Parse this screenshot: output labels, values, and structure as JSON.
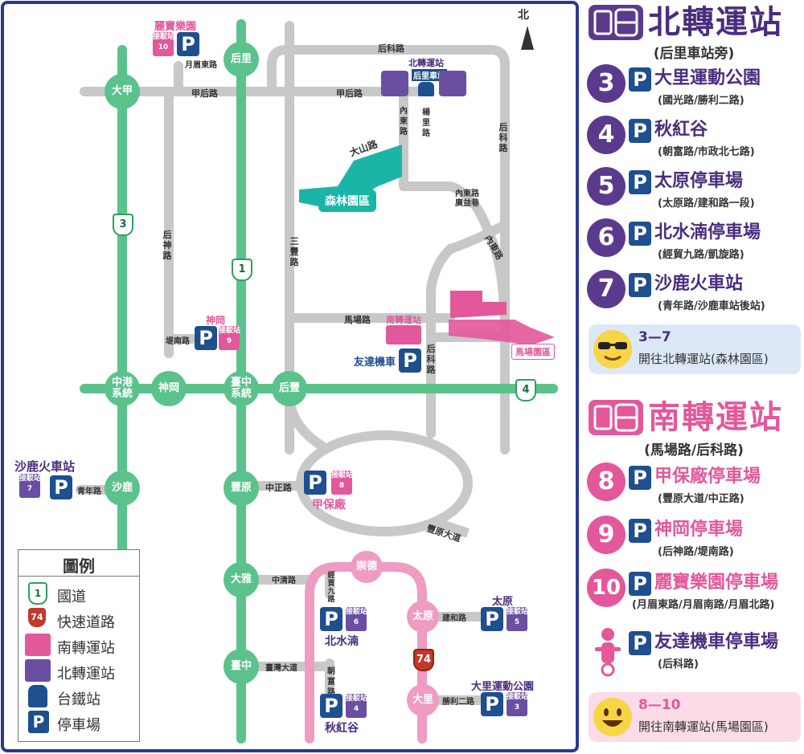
{
  "map": {
    "north_mark": "北",
    "circles_green": [
      {
        "id": "dajia",
        "label": "大甲"
      },
      {
        "id": "houli",
        "label": "后里"
      },
      {
        "id": "zhonggang",
        "label": "中港\n系統"
      },
      {
        "id": "shengang",
        "label": "神岡"
      },
      {
        "id": "taichung_sys",
        "label": "臺中\n系統"
      },
      {
        "id": "houfeng",
        "label": "后豐"
      },
      {
        "id": "shalu",
        "label": "沙鹿"
      },
      {
        "id": "fengyuan",
        "label": "豐原"
      },
      {
        "id": "daya",
        "label": "大雅"
      },
      {
        "id": "taichung",
        "label": "臺中"
      }
    ],
    "circles_pink": [
      {
        "id": "chongde",
        "label": "崇德"
      },
      {
        "id": "taiyuan",
        "label": "太原"
      },
      {
        "id": "dali",
        "label": "大里"
      }
    ],
    "shields": {
      "r1": "1",
      "r3": "3",
      "r4": "4",
      "r74": "74"
    },
    "roads": {
      "houke": "后科路",
      "jiahou_a": "甲后路",
      "jiahou_b": "甲后路",
      "yuemeidong": "月眉東路",
      "dashan": "大山路",
      "houke_v": "后科路",
      "neidong": "內東路",
      "yangli": "楊里路",
      "neidong_guangyi": "內東路\n廣益巷",
      "neidong_diag": "內東路",
      "houshen": "后神路",
      "sanfeng": "三豐路",
      "machang": "馬場路",
      "houke_s": "后科路",
      "tinan": "堤南路",
      "qingnian": "青年路",
      "zhongzheng": "中正路",
      "fengyuan_blvd": "豐原大道",
      "zhongqing": "中清路",
      "jingmao9": "經貿九路",
      "jianhe": "建和路",
      "taiwan_blvd": "臺灣大道",
      "chaofu": "朝富路",
      "shengli2": "勝利二路"
    },
    "places": {
      "lihpao": "麗寶樂園",
      "north_station": "北轉運站",
      "houli_station": "后里車站",
      "forest": "森林園區",
      "shengang_p": "神岡",
      "south_station": "南轉運站",
      "youda": "友達機車",
      "machang_park": "馬場園區",
      "shalu_station": "沙鹿火車站",
      "jiabao": "甲保廠",
      "beishuidi": "北水湳",
      "taiyuan_p": "太原",
      "qiuhonggu": "秋紅谷",
      "dali_park": "大里運動公園"
    },
    "shuttles": {
      "s3": "接駁站\n3",
      "s4": "接駁站\n4",
      "s5": "接駁站\n5",
      "s6": "接駁站\n6",
      "s7": "接駁站\n7",
      "s8": "接駁站\n8",
      "s9": "接駁站\n9",
      "s10": "接駁站\n10"
    },
    "parking_letter": "P"
  },
  "legend": {
    "title": "圖例",
    "items": [
      {
        "icon": "national-highway-shield",
        "label": "國道"
      },
      {
        "icon": "expressway-shield",
        "label": "快速道路"
      },
      {
        "icon": "south-station-icon",
        "label": "南轉運站"
      },
      {
        "icon": "north-station-icon",
        "label": "北轉運站"
      },
      {
        "icon": "train-station-icon",
        "label": "台鐵站"
      },
      {
        "icon": "parking-icon",
        "label": "停車場"
      }
    ]
  },
  "north": {
    "title": "北轉運站",
    "subtitle": "(后里車站旁)",
    "items": [
      {
        "num": "3",
        "name": "大里運動公園",
        "road": "(國光路/勝利二路)"
      },
      {
        "num": "4",
        "name": "秋紅谷",
        "road": "(朝富路/市政北七路)"
      },
      {
        "num": "5",
        "name": "太原停車場",
        "road": "(太原路/建和路一段)"
      },
      {
        "num": "6",
        "name": "北水湳停車場",
        "road": "(經貿九路/凱旋路)"
      },
      {
        "num": "7",
        "name": "沙鹿火車站",
        "road": "(青年路/沙鹿車站後站)"
      }
    ],
    "note": {
      "from": "3",
      "to": "7",
      "text": "開往北轉運站(森林園區)"
    }
  },
  "south": {
    "title": "南轉運站",
    "subtitle": "(馬場路/后科路)",
    "items": [
      {
        "num": "8",
        "name": "甲保廠停車場",
        "road": "(豐原大道/中正路)"
      },
      {
        "num": "9",
        "name": "神岡停車場",
        "road": "(后神路/堤南路)"
      },
      {
        "num": "10",
        "name": "麗寶樂園停車場",
        "road": "(月眉東路/月眉南路/月眉北路)"
      }
    ],
    "moto": {
      "name": "友達機車停車場",
      "road": "(后科路)"
    },
    "note": {
      "from": "8",
      "to": "10",
      "text": "開往南轉運站(馬場園區)"
    }
  },
  "colors": {
    "highway": "#5bc28c",
    "road": "#c8c8c8",
    "pink_road": "#ee9cc1",
    "purple": "#5b3a8e",
    "pink": "#e2589b",
    "parking": "#1e4f8e",
    "forest": "#1bb5a8",
    "frame": "#2b3a8e"
  }
}
